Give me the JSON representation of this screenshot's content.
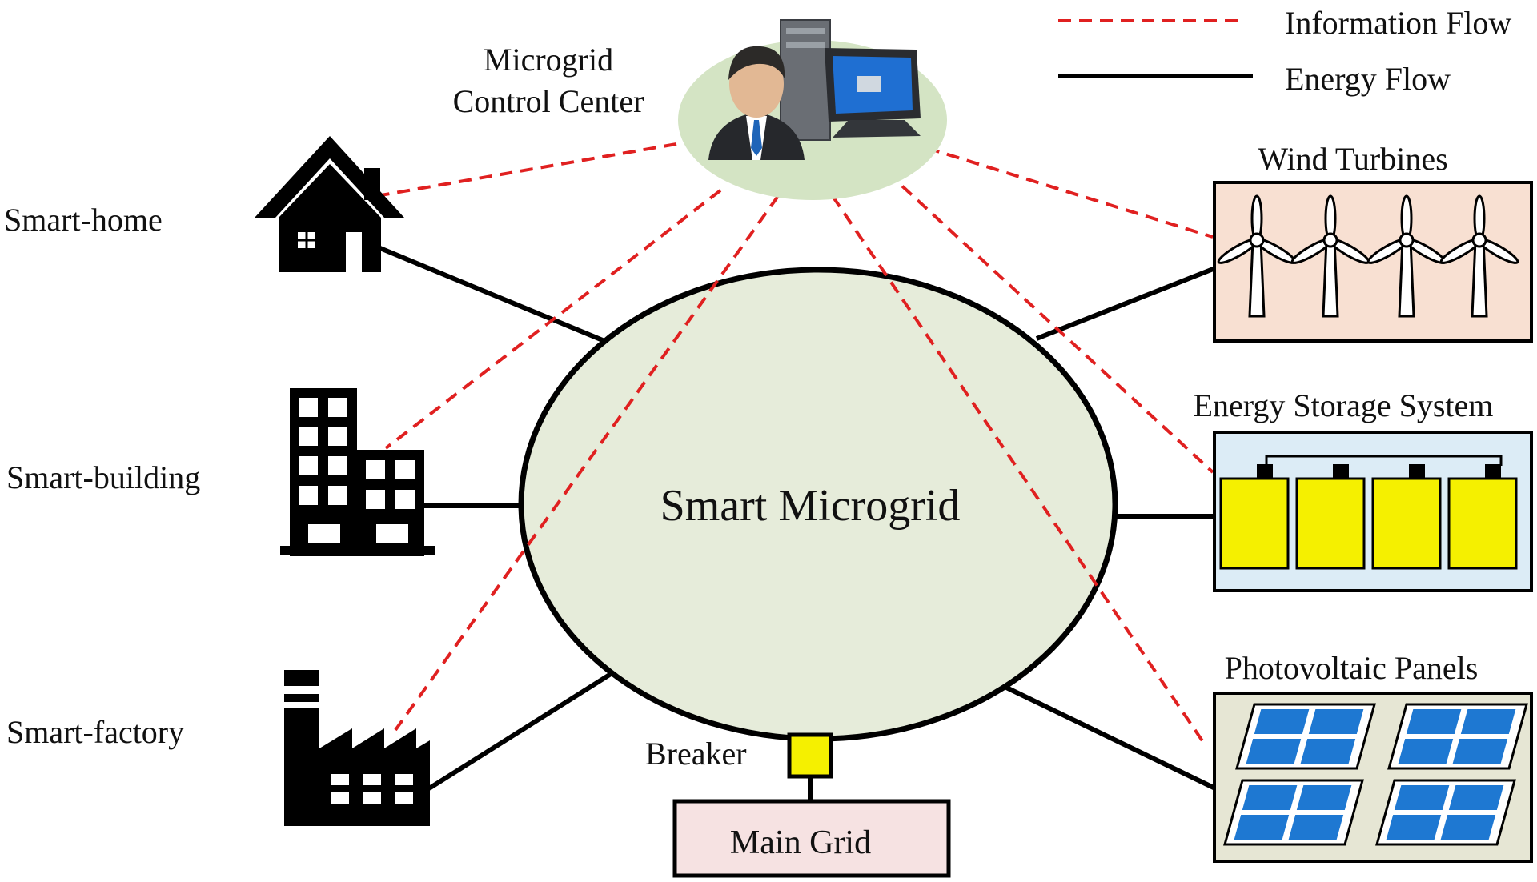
{
  "legend": {
    "information_flow": "Information Flow",
    "energy_flow": "Energy Flow",
    "info_color": "#e02020",
    "energy_color": "#000000"
  },
  "center": {
    "title": "Smart Microgrid",
    "fill": "#e6ecda"
  },
  "control_center": {
    "line1": "Microgrid",
    "line2": "Control Center",
    "fill": "#d4e4c4"
  },
  "consumers": {
    "home": "Smart-home",
    "building": "Smart-building",
    "factory": "Smart-factory"
  },
  "sources": {
    "wind": {
      "label": "Wind Turbines",
      "fill": "#f8e0d2"
    },
    "storage": {
      "label": "Energy Storage System",
      "fill": "#dcecf6",
      "battery_color": "#f5f000"
    },
    "pv": {
      "label": "Photovoltaic Panels",
      "fill": "#e6e6d4",
      "panel_color": "#1e78d2"
    }
  },
  "breaker": {
    "label": "Breaker",
    "fill": "#f5f000"
  },
  "main_grid": {
    "label": "Main Grid",
    "fill": "#f6e2e2"
  }
}
